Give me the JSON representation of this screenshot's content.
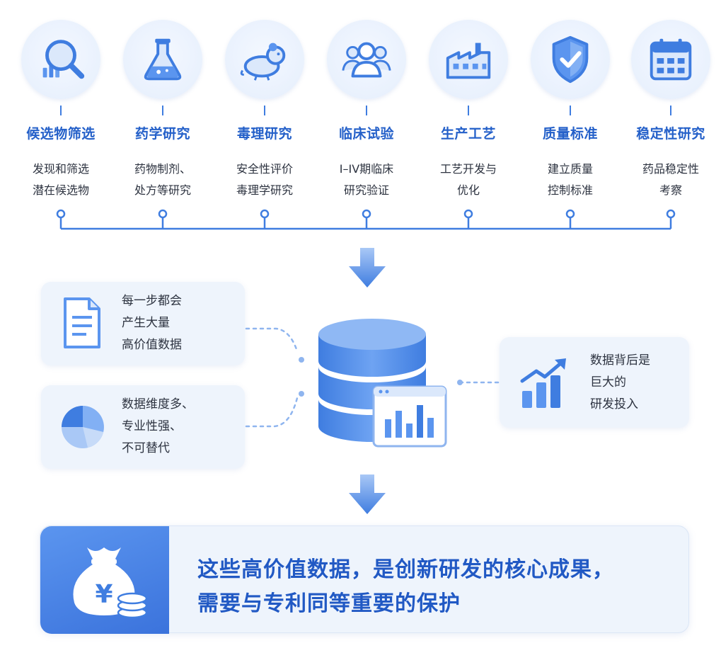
{
  "stages": [
    {
      "icon": "magnifier-chart-icon",
      "title": "候选物筛选",
      "desc": [
        "发现和筛选",
        "潜在候选物"
      ]
    },
    {
      "icon": "flask-icon",
      "title": "药学研究",
      "desc": [
        "药物制剂、",
        "处方等研究"
      ]
    },
    {
      "icon": "mouse-icon",
      "title": "毒理研究",
      "desc": [
        "安全性评价",
        "毒理学研究"
      ]
    },
    {
      "icon": "people-group-icon",
      "title": "临床试验",
      "desc": [
        "I–IV期临床",
        "研究验证"
      ]
    },
    {
      "icon": "factory-icon",
      "title": "生产工艺",
      "desc": [
        "工艺开发与",
        "优化"
      ]
    },
    {
      "icon": "shield-check-icon",
      "title": "质量标准",
      "desc": [
        "建立质量",
        "控制标准"
      ]
    },
    {
      "icon": "calendar-icon",
      "title": "稳定性研究",
      "desc": [
        "药品稳定性",
        "考察"
      ]
    }
  ],
  "cards": {
    "data_volume": {
      "icon": "document-icon",
      "lines": [
        "每一步都会",
        "产生大量",
        "高价值数据"
      ]
    },
    "data_dimension": {
      "icon": "pie-chart-icon",
      "lines": [
        "数据维度多、",
        "专业性强、",
        "不可替代"
      ]
    },
    "investment": {
      "icon": "growth-chart-icon",
      "lines": [
        "数据背后是",
        "巨大的",
        "研发投入"
      ]
    }
  },
  "center": {
    "icon": "database-icon"
  },
  "banner": {
    "icon": "money-bag-icon",
    "line1": "这些高价值数据，是创新研发的核心成果，",
    "line2": "需要与专利同等重要的保护"
  },
  "colors": {
    "primary": "#3f7de0",
    "title": "#2460c9",
    "card_bg": "#eef4fc"
  }
}
